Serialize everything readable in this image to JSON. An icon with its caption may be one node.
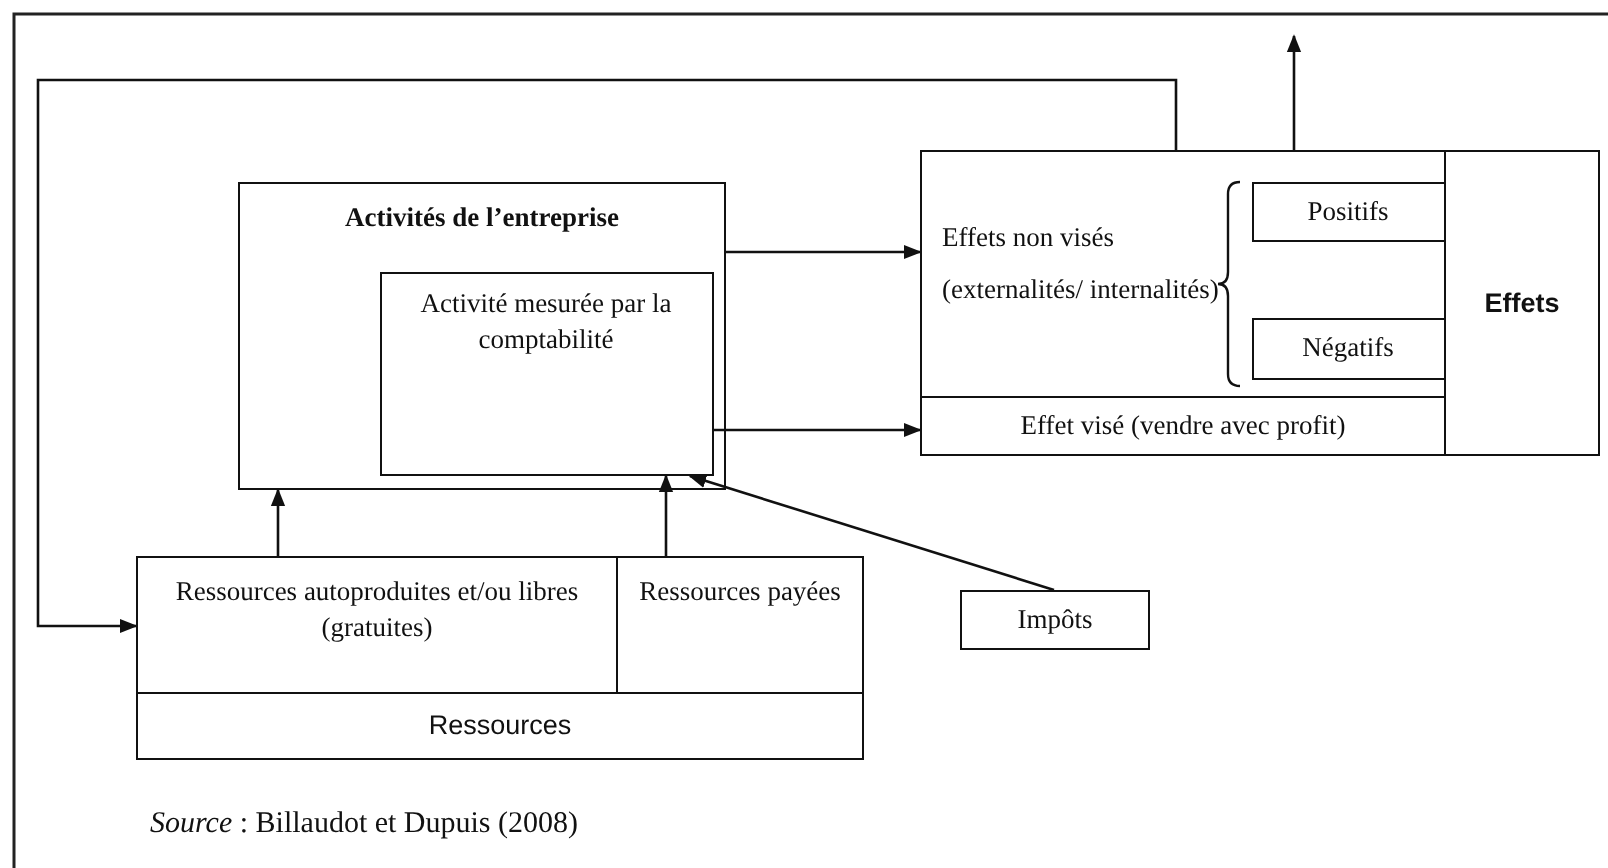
{
  "diagram": {
    "caption": "*Source* : Billaudot et Dupuis (2008)",
    "nodes": [
      {
        "text": [
          "Activités de l’entreprise"
        ]
      },
      {
        "text": [
          "Activité mesurée par la comptabilité"
        ],
        "in": 0
      },
      {
        "text": [
          "Effets non visés (externalités/ internalités)"
        ]
      },
      {
        "text": [
          "Positifs"
        ],
        "in": 2
      },
      {
        "text": [
          "Négatifs"
        ],
        "in": 2
      },
      {
        "text": [
          "Effet visé (vendre avec profit)"
        ]
      },
      {
        "text": [
          "Effets"
        ]
      },
      {
        "text": [
          "Ressources autoproduites et/ou libres (gratuites)"
        ]
      },
      {
        "text": [
          "Ressources payées"
        ]
      },
      {
        "text": [
          "Ressources"
        ]
      },
      {
        "text": [
          "Impôts"
        ]
      }
    ],
    "edges": [
      {
        "from": 0,
        "to": 2,
        "arrow": "to"
      },
      {
        "from": 1,
        "to": 5,
        "arrow": "to"
      },
      {
        "from": 7,
        "to": 0,
        "arrow": "to"
      },
      {
        "from": 8,
        "to": 1,
        "arrow": "to"
      },
      {
        "from": 10,
        "to": 1,
        "arrow": "to"
      },
      {
        "from": 2,
        "to": 7,
        "arrow": "to"
      },
      {
        "from": 2,
        "to": null,
        "arrow": "to"
      }
    ]
  }
}
